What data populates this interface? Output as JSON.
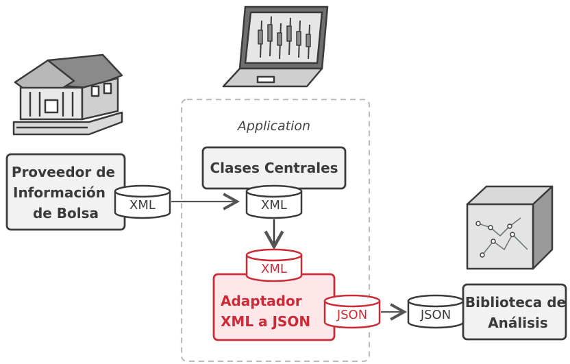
{
  "app_label": "Application",
  "provider": {
    "line1": "Proveedor de",
    "line2": "Información",
    "line3": "de Bolsa"
  },
  "core": {
    "label": "Clases Centrales"
  },
  "adapter": {
    "line1": "Adaptador",
    "line2": "XML a JSON"
  },
  "library": {
    "line1": "Biblioteca de",
    "line2": "Análisis"
  },
  "formats": {
    "xml": "XML",
    "json": "JSON"
  },
  "colors": {
    "stroke": "#3a3a3a",
    "fill": "#f2f2f2",
    "accent": "#cc2a36",
    "accent_fill": "#fde7e9",
    "dashed": "#bdbdbd"
  },
  "icons": [
    "bank-building-icon",
    "laptop-chart-icon",
    "analytics-box-icon"
  ]
}
